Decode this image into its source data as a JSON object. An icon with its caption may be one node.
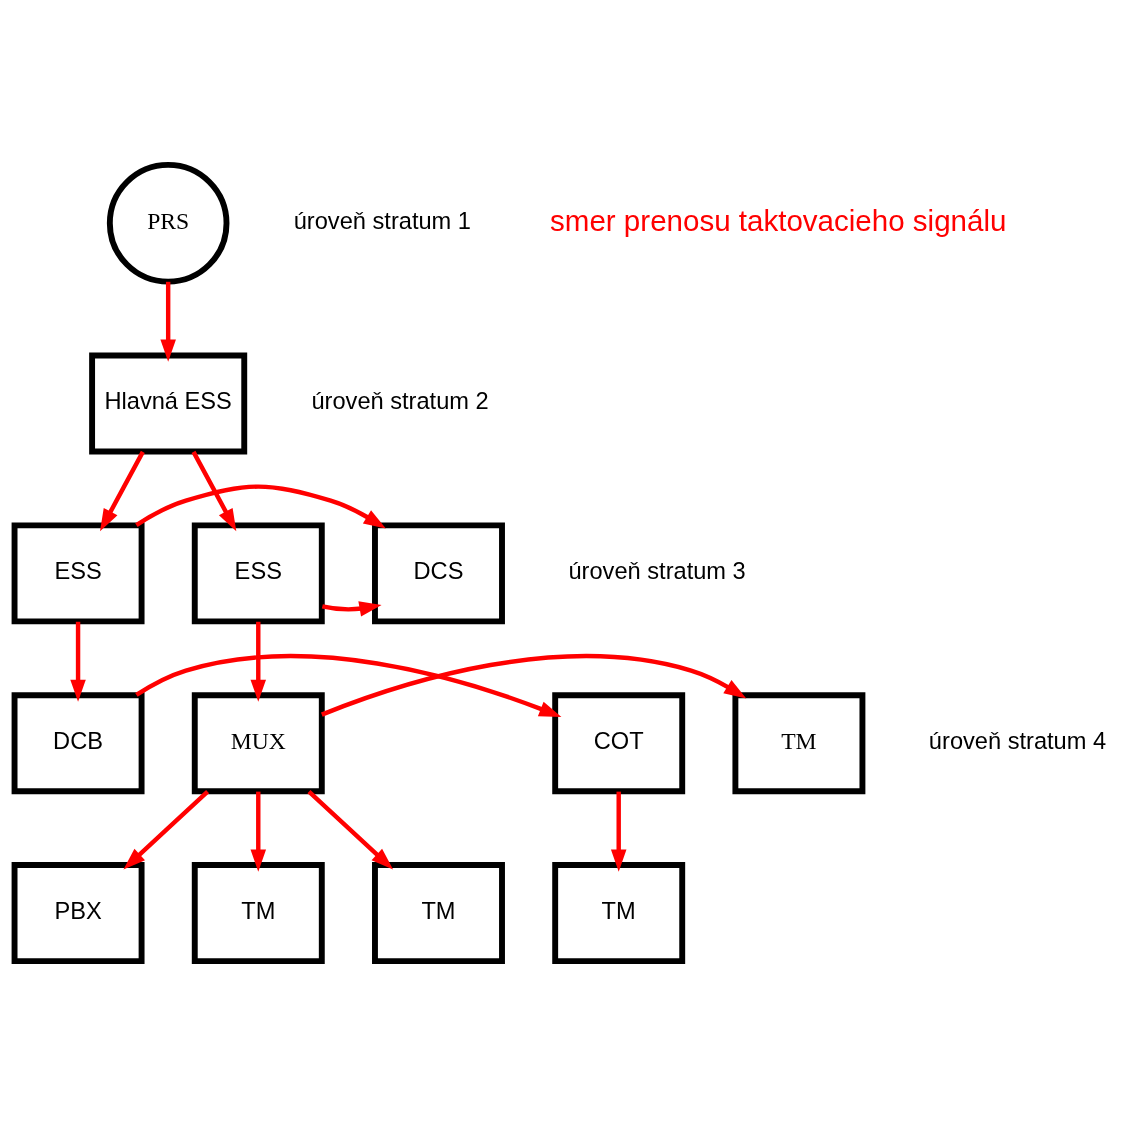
{
  "diagram": {
    "nodes": [
      {
        "text": [
          "PRS"
        ]
      },
      {
        "text": [
          "Hlavná ESS"
        ]
      },
      {
        "text": [
          "ESS"
        ]
      },
      {
        "text": [
          "DCS"
        ]
      },
      {
        "text": [
          "ESS"
        ]
      },
      {
        "text": [
          "DCB"
        ]
      },
      {
        "text": [
          "COT"
        ]
      },
      {
        "text": [
          "TM"
        ]
      },
      {
        "text": [
          "MUX"
        ]
      },
      {
        "text": [
          "PBX"
        ]
      },
      {
        "text": [
          "TM"
        ]
      },
      {
        "text": [
          "TM"
        ]
      },
      {
        "text": [
          "TM"
        ]
      }
    ],
    "edges": [
      {
        "from": 0,
        "to": 1,
        "arrow": "to"
      },
      {
        "from": 1,
        "to": 2,
        "arrow": "to"
      },
      {
        "from": 1,
        "to": 4,
        "arrow": "to"
      },
      {
        "from": 2,
        "to": 3,
        "arrow": "to"
      },
      {
        "from": 4,
        "to": 3,
        "arrow": "to"
      },
      {
        "from": 2,
        "to": 5,
        "arrow": "to"
      },
      {
        "from": 4,
        "to": 8,
        "arrow": "to"
      },
      {
        "from": 5,
        "to": 6,
        "arrow": "to"
      },
      {
        "from": 8,
        "to": 7,
        "arrow": "to"
      },
      {
        "from": 8,
        "to": 9,
        "arrow": "to"
      },
      {
        "from": 6,
        "to": 10,
        "arrow": "to"
      },
      {
        "from": 8,
        "to": 11,
        "arrow": "to"
      },
      {
        "from": 8,
        "to": 12,
        "arrow": "to"
      }
    ],
    "labels": [
      "úroveň stratum 1",
      "smer prenosu taktovacieho signálu",
      "úroveň stratum 2",
      "úroveň stratum 3",
      "úroveň stratum 4"
    ]
  }
}
